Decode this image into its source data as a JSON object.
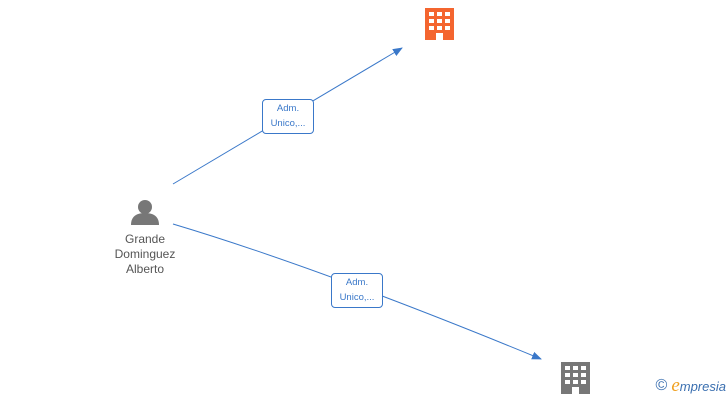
{
  "nodes": {
    "person": {
      "name_line1": "Grande",
      "name_line2": "Dominguez",
      "name_line3": "Alberto",
      "icon": "person-icon",
      "color": "#777777"
    },
    "company_top": {
      "icon": "building-icon",
      "color": "#f4652f"
    },
    "company_bottom": {
      "icon": "building-icon",
      "color": "#777777"
    }
  },
  "edges": [
    {
      "line1": "Adm.",
      "line2": "Unico,...",
      "color": "#3a78c9"
    },
    {
      "line1": "Adm.",
      "line2": "Unico,...",
      "color": "#3a78c9"
    }
  ],
  "watermark": {
    "copyright": "©",
    "brand_initial": "e",
    "brand_rest": "mpresia",
    "brand_color": "#3a6fb0",
    "accent_color": "#f0a020"
  }
}
